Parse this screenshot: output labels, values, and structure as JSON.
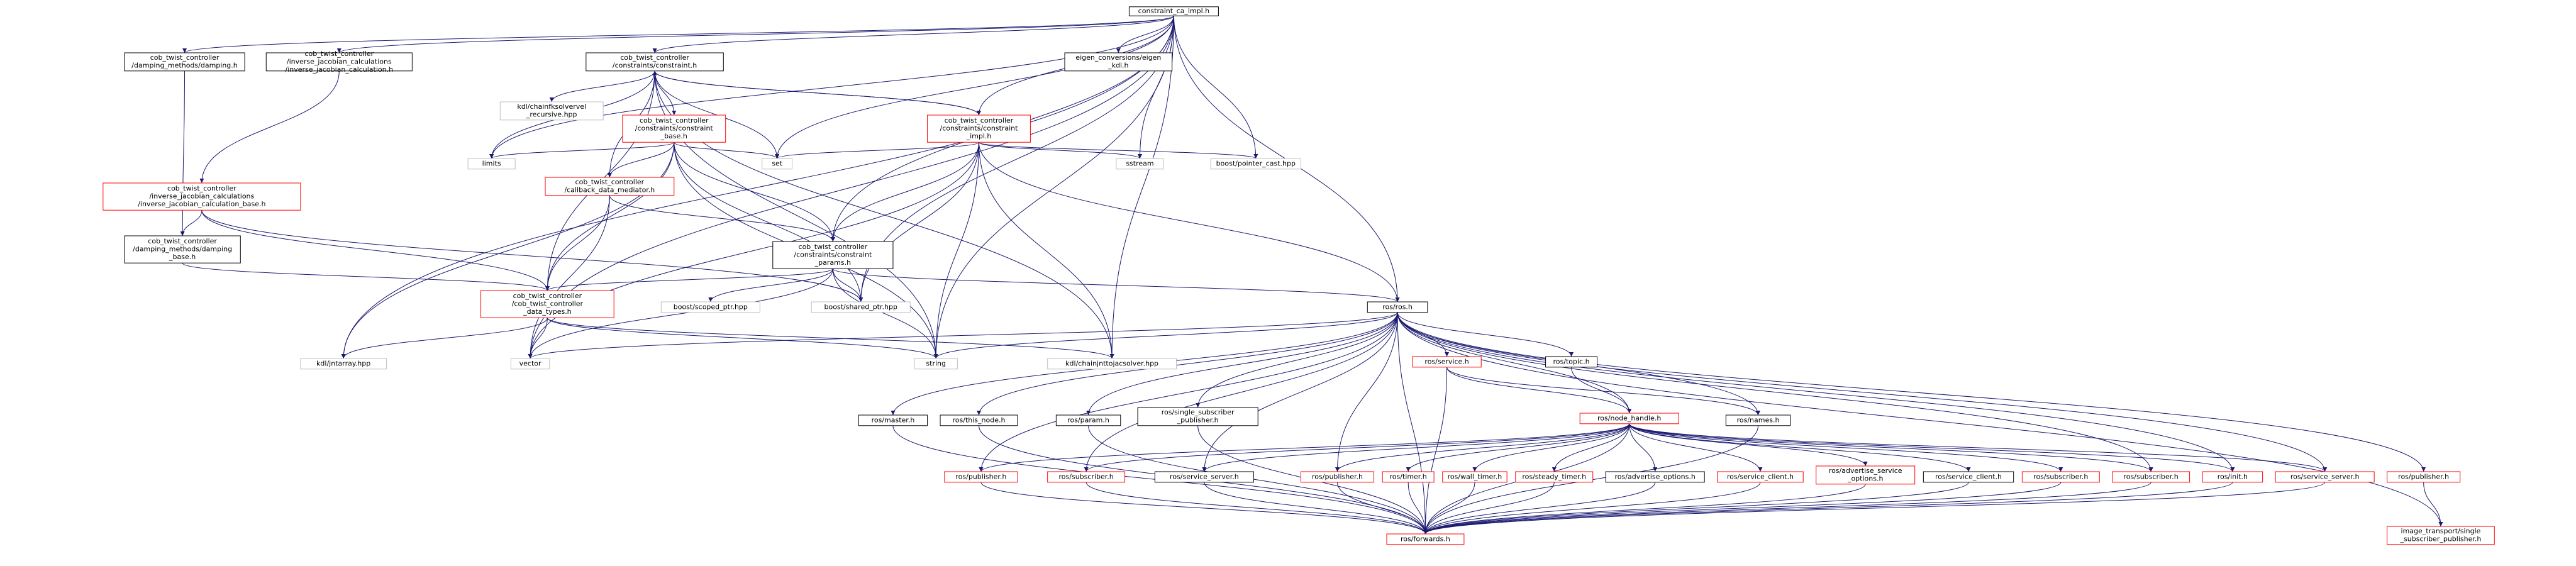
{
  "diagram_type": "include dependency graph",
  "colors": {
    "edge": "#191970",
    "border_normal": "#000000",
    "border_missing_docs": "#ff0000",
    "border_external": "#bfbfbf",
    "root_fill": "#bfbfbf",
    "node_fill": "#ffffff"
  },
  "nodes": [
    {
      "id": "root",
      "lines": [
        "constraint_ca_impl.h"
      ],
      "kind": "root"
    },
    {
      "id": "damping",
      "lines": [
        "cob_twist_controller",
        "/damping_methods/damping.h"
      ],
      "kind": "normal"
    },
    {
      "id": "ijc",
      "lines": [
        "cob_twist_controller",
        "/inverse_jacobian_calculations",
        "/inverse_jacobian_calculation.h"
      ],
      "kind": "normal"
    },
    {
      "id": "constraint",
      "lines": [
        "cob_twist_controller",
        "/constraints/constraint.h"
      ],
      "kind": "normal"
    },
    {
      "id": "eigen_kdl",
      "lines": [
        "eigen_conversions/eigen",
        "_kdl.h"
      ],
      "kind": "normal"
    },
    {
      "id": "kdl_vel",
      "lines": [
        "kdl/chainfksolvervel",
        "_recursive.hpp"
      ],
      "kind": "external"
    },
    {
      "id": "constraint_base",
      "lines": [
        "cob_twist_controller",
        "/constraints/constraint",
        "_base.h"
      ],
      "kind": "missing"
    },
    {
      "id": "constraint_impl",
      "lines": [
        "cob_twist_controller",
        "/constraints/constraint",
        "_impl.h"
      ],
      "kind": "missing"
    },
    {
      "id": "ijc_base",
      "lines": [
        "cob_twist_controller",
        "/inverse_jacobian_calculations",
        "/inverse_jacobian_calculation_base.h"
      ],
      "kind": "missing"
    },
    {
      "id": "limits",
      "lines": [
        "limits"
      ],
      "kind": "external"
    },
    {
      "id": "cbdm",
      "lines": [
        "cob_twist_controller",
        "/callback_data_mediator.h"
      ],
      "kind": "missing"
    },
    {
      "id": "set",
      "lines": [
        "set"
      ],
      "kind": "external"
    },
    {
      "id": "sstream",
      "lines": [
        "sstream"
      ],
      "kind": "external"
    },
    {
      "id": "pointer_cast",
      "lines": [
        "boost/pointer_cast.hpp"
      ],
      "kind": "external"
    },
    {
      "id": "damping_base",
      "lines": [
        "cob_twist_controller",
        "/damping_methods/damping",
        "_base.h"
      ],
      "kind": "normal"
    },
    {
      "id": "params",
      "lines": [
        "cob_twist_controller",
        "/constraints/constraint",
        "_params.h"
      ],
      "kind": "normal"
    },
    {
      "id": "data_types",
      "lines": [
        "cob_twist_controller",
        "/cob_twist_controller",
        "_data_types.h"
      ],
      "kind": "missing"
    },
    {
      "id": "scoped_ptr",
      "lines": [
        "boost/scoped_ptr.hpp"
      ],
      "kind": "external"
    },
    {
      "id": "shared_ptr",
      "lines": [
        "boost/shared_ptr.hpp"
      ],
      "kind": "external"
    },
    {
      "id": "ros",
      "lines": [
        "ros/ros.h"
      ],
      "kind": "normal"
    },
    {
      "id": "kdl_jnt",
      "lines": [
        "kdl/jntarray.hpp"
      ],
      "kind": "external"
    },
    {
      "id": "vector",
      "lines": [
        "vector"
      ],
      "kind": "external"
    },
    {
      "id": "string",
      "lines": [
        "string"
      ],
      "kind": "external"
    },
    {
      "id": "jacsolver",
      "lines": [
        "kdl/chainjnttojacsolver.hpp"
      ],
      "kind": "external"
    },
    {
      "id": "service",
      "lines": [
        "ros/service.h"
      ],
      "kind": "missing"
    },
    {
      "id": "topic",
      "lines": [
        "ros/topic.h"
      ],
      "kind": "normal"
    },
    {
      "id": "master",
      "lines": [
        "ros/master.h"
      ],
      "kind": "normal"
    },
    {
      "id": "this_node",
      "lines": [
        "ros/this_node.h"
      ],
      "kind": "normal"
    },
    {
      "id": "param",
      "lines": [
        "ros/param.h"
      ],
      "kind": "normal"
    },
    {
      "id": "ssp",
      "lines": [
        "ros/single_subscriber",
        "_publisher.h"
      ],
      "kind": "normal"
    },
    {
      "id": "node_handle",
      "lines": [
        "ros/node_handle.h"
      ],
      "kind": "missing"
    },
    {
      "id": "names",
      "lines": [
        "ros/names.h"
      ],
      "kind": "normal"
    },
    {
      "id": "publisher1",
      "lines": [
        "ros/publisher.h"
      ],
      "kind": "missing"
    },
    {
      "id": "subscriber1",
      "lines": [
        "ros/subscriber.h"
      ],
      "kind": "missing"
    },
    {
      "id": "service_server1",
      "lines": [
        "ros/service_server.h"
      ],
      "kind": "normal"
    },
    {
      "id": "publisher2",
      "lines": [
        "ros/publisher.h"
      ],
      "kind": "missing"
    },
    {
      "id": "timer",
      "lines": [
        "ros/timer.h"
      ],
      "kind": "missing"
    },
    {
      "id": "wall_timer",
      "lines": [
        "ros/wall_timer.h"
      ],
      "kind": "missing"
    },
    {
      "id": "steady_timer",
      "lines": [
        "ros/steady_timer.h"
      ],
      "kind": "missing"
    },
    {
      "id": "advertise_options",
      "lines": [
        "ros/advertise_options.h"
      ],
      "kind": "normal"
    },
    {
      "id": "service_client1",
      "lines": [
        "ros/service_client.h"
      ],
      "kind": "missing"
    },
    {
      "id": "advertise_service_options",
      "lines": [
        "ros/advertise_service",
        "_options.h"
      ],
      "kind": "missing"
    },
    {
      "id": "service_client2",
      "lines": [
        "ros/service_client.h"
      ],
      "kind": "normal"
    },
    {
      "id": "subscriber2",
      "lines": [
        "ros/subscriber.h"
      ],
      "kind": "missing"
    },
    {
      "id": "subscriber3",
      "lines": [
        "ros/subscriber.h"
      ],
      "kind": "missing"
    },
    {
      "id": "init",
      "lines": [
        "ros/init.h"
      ],
      "kind": "missing"
    },
    {
      "id": "service_server2",
      "lines": [
        "ros/service_server.h"
      ],
      "kind": "missing"
    },
    {
      "id": "publisher3",
      "lines": [
        "ros/publisher.h"
      ],
      "kind": "missing"
    },
    {
      "id": "forwards",
      "lines": [
        "ros/forwards.h"
      ],
      "kind": "missing"
    },
    {
      "id": "image_transport",
      "lines": [
        "image_transport/single",
        "_subscriber_publisher.h"
      ],
      "kind": "missing"
    }
  ],
  "edges": [
    [
      "root",
      "damping"
    ],
    [
      "root",
      "ijc"
    ],
    [
      "root",
      "constraint"
    ],
    [
      "root",
      "eigen_kdl"
    ],
    [
      "root",
      "constraint_impl"
    ],
    [
      "root",
      "limits"
    ],
    [
      "root",
      "set"
    ],
    [
      "root",
      "sstream"
    ],
    [
      "root",
      "pointer_cast"
    ],
    [
      "root",
      "params"
    ],
    [
      "root",
      "shared_ptr"
    ],
    [
      "root",
      "ros"
    ],
    [
      "root",
      "kdl_jnt"
    ],
    [
      "root",
      "vector"
    ],
    [
      "root",
      "string"
    ],
    [
      "root",
      "jacsolver"
    ],
    [
      "damping",
      "damping_base"
    ],
    [
      "ijc",
      "ijc_base"
    ],
    [
      "constraint",
      "kdl_vel"
    ],
    [
      "constraint",
      "constraint_base"
    ],
    [
      "constraint",
      "constraint_impl"
    ],
    [
      "constraint",
      "limits"
    ],
    [
      "constraint",
      "cbdm"
    ],
    [
      "constraint",
      "set"
    ],
    [
      "constraint",
      "data_types"
    ],
    [
      "constraint",
      "string"
    ],
    [
      "constraint",
      "jacsolver"
    ],
    [
      "constraint_base",
      "limits"
    ],
    [
      "constraint_base",
      "cbdm"
    ],
    [
      "constraint_base",
      "set"
    ],
    [
      "constraint_base",
      "params"
    ],
    [
      "constraint_base",
      "data_types"
    ],
    [
      "constraint_base",
      "shared_ptr"
    ],
    [
      "constraint_base",
      "kdl_jnt"
    ],
    [
      "constraint_base",
      "string"
    ],
    [
      "constraint_impl",
      "constraint"
    ],
    [
      "constraint_impl",
      "set"
    ],
    [
      "constraint_impl",
      "sstream"
    ],
    [
      "constraint_impl",
      "pointer_cast"
    ],
    [
      "constraint_impl",
      "params"
    ],
    [
      "constraint_impl",
      "shared_ptr"
    ],
    [
      "constraint_impl",
      "ros"
    ],
    [
      "constraint_impl",
      "vector"
    ],
    [
      "constraint_impl",
      "string"
    ],
    [
      "constraint_impl",
      "jacsolver"
    ],
    [
      "ijc_base",
      "damping_base"
    ],
    [
      "ijc_base",
      "data_types"
    ],
    [
      "ijc_base",
      "shared_ptr"
    ],
    [
      "cbdm",
      "params"
    ],
    [
      "cbdm",
      "data_types"
    ],
    [
      "cbdm",
      "vector"
    ],
    [
      "damping_base",
      "data_types"
    ],
    [
      "params",
      "data_types"
    ],
    [
      "params",
      "scoped_ptr"
    ],
    [
      "params",
      "shared_ptr"
    ],
    [
      "params",
      "ros"
    ],
    [
      "params",
      "vector"
    ],
    [
      "params",
      "string"
    ],
    [
      "data_types",
      "kdl_jnt"
    ],
    [
      "data_types",
      "vector"
    ],
    [
      "data_types",
      "string"
    ],
    [
      "data_types",
      "jacsolver"
    ],
    [
      "ros",
      "service"
    ],
    [
      "ros",
      "topic"
    ],
    [
      "ros",
      "master"
    ],
    [
      "ros",
      "this_node"
    ],
    [
      "ros",
      "param"
    ],
    [
      "ros",
      "ssp"
    ],
    [
      "ros",
      "node_handle"
    ],
    [
      "ros",
      "names"
    ],
    [
      "ros",
      "publisher1"
    ],
    [
      "ros",
      "subscriber1"
    ],
    [
      "ros",
      "service_server1"
    ],
    [
      "ros",
      "publisher2"
    ],
    [
      "ros",
      "subscriber3"
    ],
    [
      "ros",
      "init"
    ],
    [
      "ros",
      "service_server2"
    ],
    [
      "ros",
      "publisher3"
    ],
    [
      "ros",
      "image_transport"
    ],
    [
      "ros",
      "forwards"
    ],
    [
      "ros",
      "string"
    ],
    [
      "ros",
      "vector"
    ],
    [
      "service",
      "node_handle"
    ],
    [
      "service",
      "names"
    ],
    [
      "service",
      "forwards"
    ],
    [
      "topic",
      "node_handle"
    ],
    [
      "master",
      "forwards"
    ],
    [
      "this_node",
      "forwards"
    ],
    [
      "param",
      "forwards"
    ],
    [
      "ssp",
      "forwards"
    ],
    [
      "node_handle",
      "publisher1"
    ],
    [
      "node_handle",
      "subscriber1"
    ],
    [
      "node_handle",
      "service_server1"
    ],
    [
      "node_handle",
      "publisher2"
    ],
    [
      "node_handle",
      "timer"
    ],
    [
      "node_handle",
      "wall_timer"
    ],
    [
      "node_handle",
      "steady_timer"
    ],
    [
      "node_handle",
      "advertise_options"
    ],
    [
      "node_handle",
      "service_client1"
    ],
    [
      "node_handle",
      "advertise_service_options"
    ],
    [
      "node_handle",
      "service_client2"
    ],
    [
      "node_handle",
      "subscriber2"
    ],
    [
      "node_handle",
      "subscriber3"
    ],
    [
      "node_handle",
      "init"
    ],
    [
      "node_handle",
      "service_server2"
    ],
    [
      "node_handle",
      "forwards"
    ],
    [
      "names",
      "forwards"
    ],
    [
      "publisher1",
      "forwards"
    ],
    [
      "subscriber1",
      "forwards"
    ],
    [
      "service_server1",
      "forwards"
    ],
    [
      "publisher2",
      "forwards"
    ],
    [
      "timer",
      "forwards"
    ],
    [
      "wall_timer",
      "forwards"
    ],
    [
      "steady_timer",
      "forwards"
    ],
    [
      "advertise_options",
      "forwards"
    ],
    [
      "service_client1",
      "forwards"
    ],
    [
      "advertise_service_options",
      "forwards"
    ],
    [
      "service_client2",
      "forwards"
    ],
    [
      "subscriber2",
      "forwards"
    ],
    [
      "subscriber3",
      "forwards"
    ],
    [
      "init",
      "forwards"
    ],
    [
      "service_server2",
      "forwards"
    ],
    [
      "publisher3",
      "image_transport"
    ]
  ]
}
